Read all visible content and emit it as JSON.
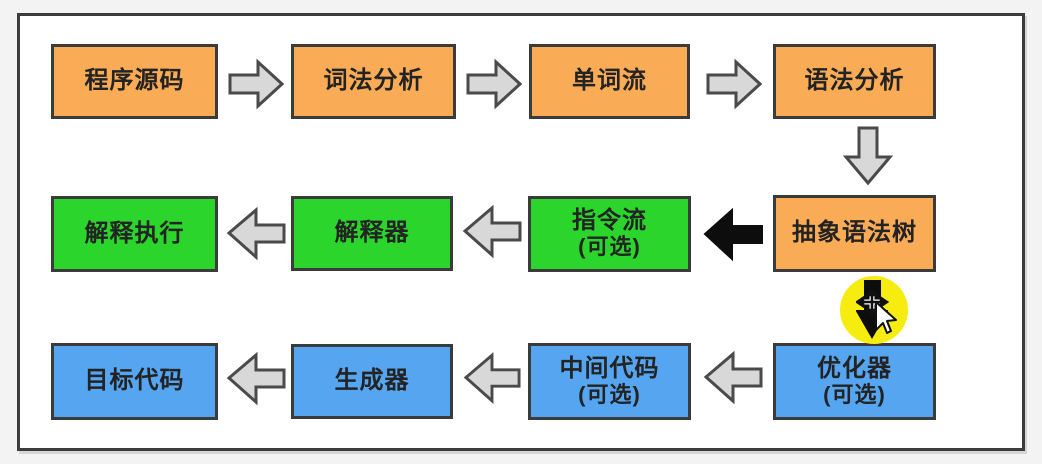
{
  "colors": {
    "orange": "#f9ab55",
    "green": "#2bd52b",
    "blue": "#55a5f0",
    "arrow_fill": "#d8d8d8",
    "arrow_stroke": "#4a4a4a",
    "black_arrow": "#0d0d0d",
    "highlight_yellow": "#f6ec10",
    "box_border": "#3b3b3b",
    "frame_border": "#3c3c3c",
    "canvas_background": "#ffffff",
    "page_background": "#f3f3f3"
  },
  "boxes": [
    {
      "id": "program-source",
      "label": "程序源码",
      "sublabel": "",
      "color": "orange"
    },
    {
      "id": "lexical-analysis",
      "label": "词法分析",
      "sublabel": "",
      "color": "orange"
    },
    {
      "id": "token-stream",
      "label": "单词流",
      "sublabel": "",
      "color": "orange"
    },
    {
      "id": "syntax-analysis",
      "label": "语法分析",
      "sublabel": "",
      "color": "orange"
    },
    {
      "id": "interpreted-execution",
      "label": "解释执行",
      "sublabel": "",
      "color": "green"
    },
    {
      "id": "interpreter",
      "label": "解释器",
      "sublabel": "",
      "color": "green"
    },
    {
      "id": "instruction-stream",
      "label": "指令流",
      "sublabel": "(可选)",
      "color": "green"
    },
    {
      "id": "abstract-syntax-tree",
      "label": "抽象语法树",
      "sublabel": "",
      "color": "orange"
    },
    {
      "id": "target-code",
      "label": "目标代码",
      "sublabel": "",
      "color": "blue"
    },
    {
      "id": "generator",
      "label": "生成器",
      "sublabel": "",
      "color": "blue"
    },
    {
      "id": "intermediate-code",
      "label": "中间代码",
      "sublabel": "(可选)",
      "color": "blue"
    },
    {
      "id": "optimizer",
      "label": "优化器",
      "sublabel": "(可选)",
      "color": "blue"
    }
  ],
  "edges": [
    {
      "from": "程序源码",
      "to": "词法分析",
      "style": "gray-block",
      "direction": "right"
    },
    {
      "from": "词法分析",
      "to": "单词流",
      "style": "gray-block",
      "direction": "right"
    },
    {
      "from": "单词流",
      "to": "语法分析",
      "style": "gray-block",
      "direction": "right"
    },
    {
      "from": "语法分析",
      "to": "抽象语法树",
      "style": "gray-block",
      "direction": "down"
    },
    {
      "from": "抽象语法树",
      "to": "指令流(可选)",
      "style": "solid-black",
      "direction": "left"
    },
    {
      "from": "指令流(可选)",
      "to": "解释器",
      "style": "gray-block",
      "direction": "left"
    },
    {
      "from": "解释器",
      "to": "解释执行",
      "style": "gray-block",
      "direction": "left"
    },
    {
      "from": "抽象语法树",
      "to": "优化器(可选)",
      "style": "solid-black-highlighted-yellow",
      "direction": "down"
    },
    {
      "from": "优化器(可选)",
      "to": "中间代码(可选)",
      "style": "gray-block",
      "direction": "left"
    },
    {
      "from": "中间代码(可选)",
      "to": "生成器",
      "style": "gray-block",
      "direction": "left"
    },
    {
      "from": "生成器",
      "to": "目标代码",
      "style": "gray-block",
      "direction": "left"
    }
  ],
  "icons": {
    "flow_arrow_right": "block-arrow-right",
    "flow_arrow_left": "block-arrow-left",
    "flow_arrow_down": "block-arrow-down",
    "emphasis_arrow_left": "solid-black-arrow-left",
    "highlighted_arrow_down": "solid-black-arrow-down-on-yellow-circle",
    "mouse_cursor": "move-cursor-with-white-pointer"
  }
}
